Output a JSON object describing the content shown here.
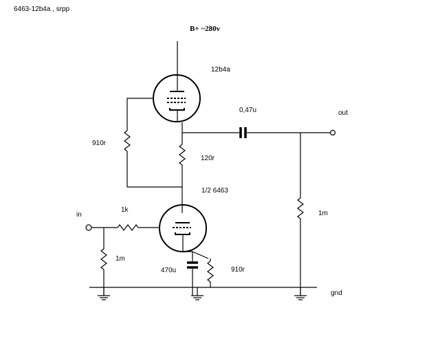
{
  "title": "6463-12b4a , srpp",
  "labels": {
    "supply": "B+ ~280v",
    "upper_tube": "12b4a",
    "lower_tube": "1/2 6463",
    "out_cap": "0,47u",
    "out": "out",
    "grid_resistor_upper": "910r",
    "plate_resistor": "120r",
    "output_load": "1m",
    "input": "in",
    "grid_stopper": "1k",
    "input_resistor": "1m",
    "cathode_cap": "470u",
    "cathode_resistor": "910r",
    "ground": "gnd"
  }
}
